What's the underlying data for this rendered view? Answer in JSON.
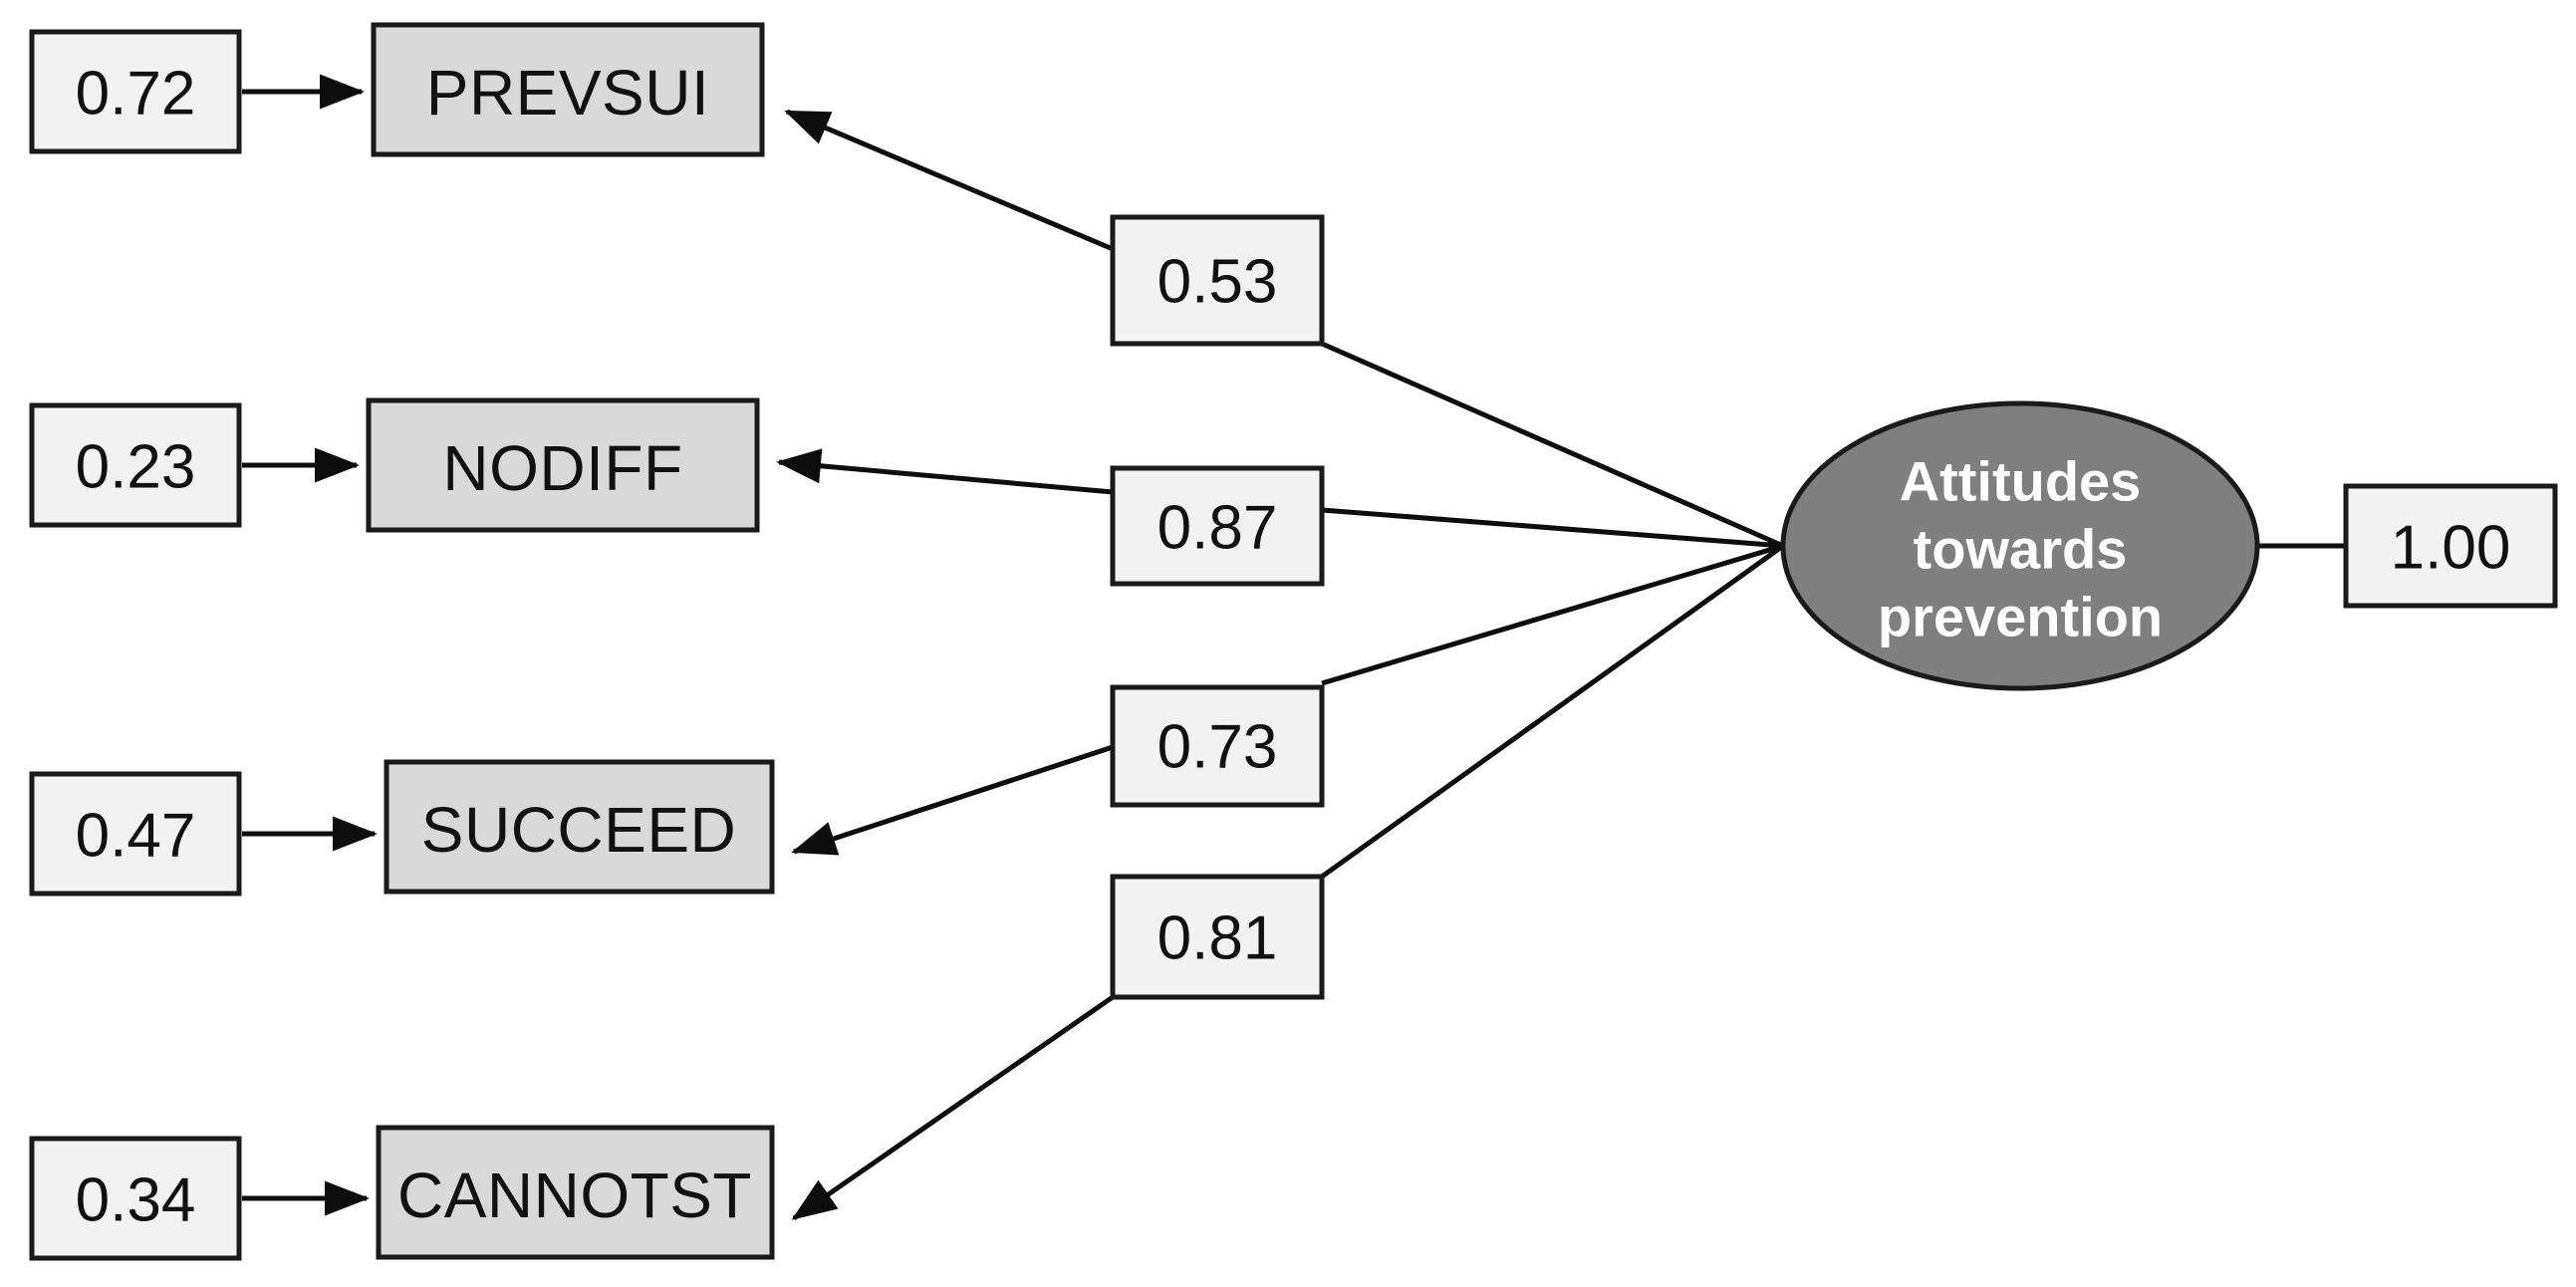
{
  "diagram": {
    "type": "structural-equation-measurement-model",
    "latent": {
      "id": "attitudes-towards-prevention",
      "lines": [
        "Attitudes",
        "towards",
        "prevention"
      ],
      "shape": "ellipse",
      "fill": "#7f7f7f",
      "text_color": "#ffffff"
    },
    "latent_variance": {
      "label": "1.00",
      "shape": "rect",
      "fill": "#f2f2f2"
    },
    "indicators": [
      {
        "id": "prevsui",
        "name": "PREVSUI",
        "error_variance": "0.72",
        "loading": "0.53"
      },
      {
        "id": "nodiff",
        "name": "NODIFF",
        "error_variance": "0.23",
        "loading": "0.87"
      },
      {
        "id": "succeed",
        "name": "SUCCEED",
        "error_variance": "0.47",
        "loading": "0.73"
      },
      {
        "id": "cannotst",
        "name": "CANNOTST",
        "error_variance": "0.34",
        "loading": "0.81"
      }
    ],
    "colors": {
      "indicator_fill": "#d9d9d9",
      "value_box_fill": "#f2f2f2",
      "latent_fill": "#7f7f7f",
      "stroke": "#1a1a1a",
      "background": "#ffffff"
    }
  }
}
